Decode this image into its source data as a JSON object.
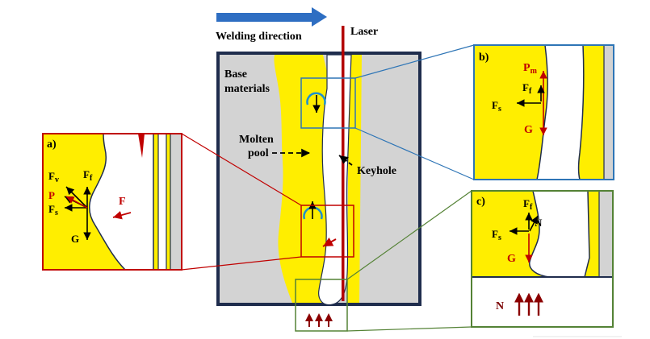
{
  "header": {
    "welding_direction": "Welding direction",
    "laser": "Laser"
  },
  "center": {
    "base_materials_line1": "Base",
    "base_materials_line2": "materials",
    "molten_pool_line1": "Molten",
    "molten_pool_line2": "pool",
    "keyhole": "Keyhole"
  },
  "panel_a": {
    "tag": "a)",
    "force_v": "F",
    "force_v_sub": "v",
    "pressure": "P",
    "force_s": "F",
    "force_s_sub": "s",
    "force_f": "F",
    "force_f_sub": "f",
    "gravity": "G",
    "force_flow": "F"
  },
  "panel_b": {
    "tag": "b)",
    "pressure_m": "P",
    "pressure_m_sub": "m",
    "force_f": "F",
    "force_f_sub": "f",
    "force_s": "F",
    "force_s_sub": "s",
    "gravity": "G"
  },
  "panel_c": {
    "tag": "c)",
    "force_f": "F",
    "force_f_sub": "f",
    "normal": "N",
    "force_s": "F",
    "force_s_sub": "s",
    "gravity": "G",
    "bottom_normal": "N"
  },
  "colors": {
    "yellow": "#ffee00",
    "gray": "#d3d3d3",
    "frame": "#1f2d4d",
    "red": "#c00000",
    "blue_frame": "#2e75b6",
    "green_frame": "#548235",
    "arrow_blue": "#2e6ec2",
    "swirl": "#1c8fd0"
  }
}
